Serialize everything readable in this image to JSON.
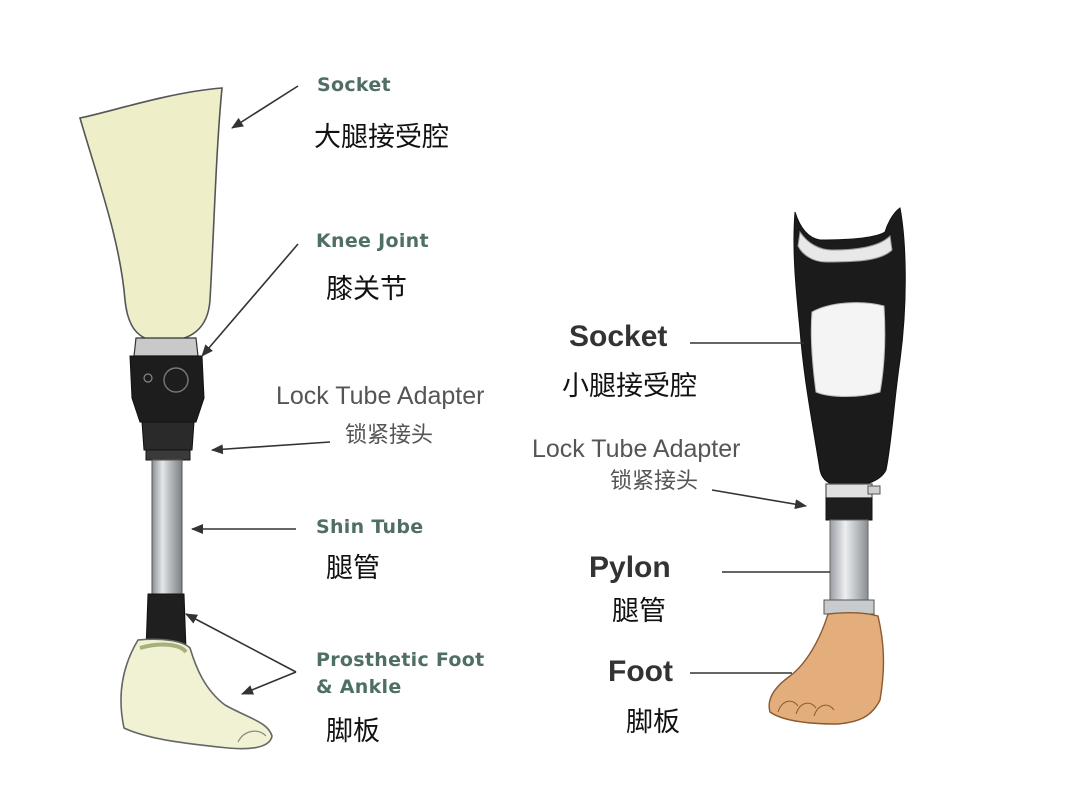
{
  "left_diagram": {
    "socket": {
      "en": "Socket",
      "cn": "大腿接受腔"
    },
    "knee_joint": {
      "en": "Knee Joint",
      "cn": "膝关节"
    },
    "lock_tube_adapter": {
      "en": "Lock Tube Adapter",
      "cn": "锁紧接头"
    },
    "shin_tube": {
      "en": "Shin Tube",
      "cn": "腿管"
    },
    "foot_ankle": {
      "en_line1": "Prosthetic Foot",
      "en_line2": "& Ankle",
      "cn": "脚板"
    }
  },
  "right_diagram": {
    "socket": {
      "en": "Socket",
      "cn": "小腿接受腔"
    },
    "lock_tube_adapter": {
      "en": "Lock Tube Adapter",
      "cn": "锁紧接头"
    },
    "pylon": {
      "en": "Pylon",
      "cn": "腿管"
    },
    "foot": {
      "en": "Foot",
      "cn": "脚板"
    }
  },
  "colors": {
    "socket_fill": "#eeefc9",
    "foot_left_fill": "#f1f1d3",
    "foot_right_fill": "#e3ad7c",
    "metal": "#aeb2b5",
    "dark_part": "#1d1d1d",
    "label_green": "#4f6f66"
  }
}
